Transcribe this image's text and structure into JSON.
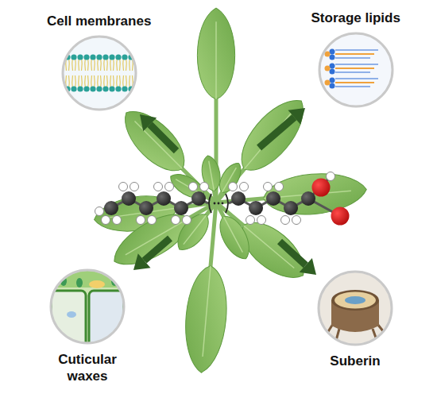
{
  "diagram": {
    "nodes": [
      {
        "text": [
          "Cell membranes"
        ]
      },
      {
        "text": [
          "Storage lipids"
        ]
      },
      {
        "text": [
          "Cuticular waxes"
        ]
      },
      {
        "text": [
          "Suberin"
        ]
      }
    ]
  }
}
